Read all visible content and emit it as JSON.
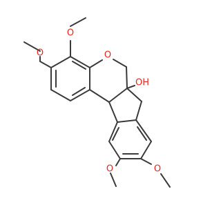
{
  "molecule": {
    "atom_labels": {
      "o_methoxy_upper_top": "O",
      "o_methoxy_upper_left": "O",
      "o_pyran_ring": "O",
      "hydroxyl": "OH",
      "o_methoxy_lower_left": "O",
      "o_methoxy_lower_right": "O"
    },
    "colors": {
      "oxygen": "#e8261f",
      "bond": "#3a3a3a",
      "background": "#ffffff"
    }
  }
}
